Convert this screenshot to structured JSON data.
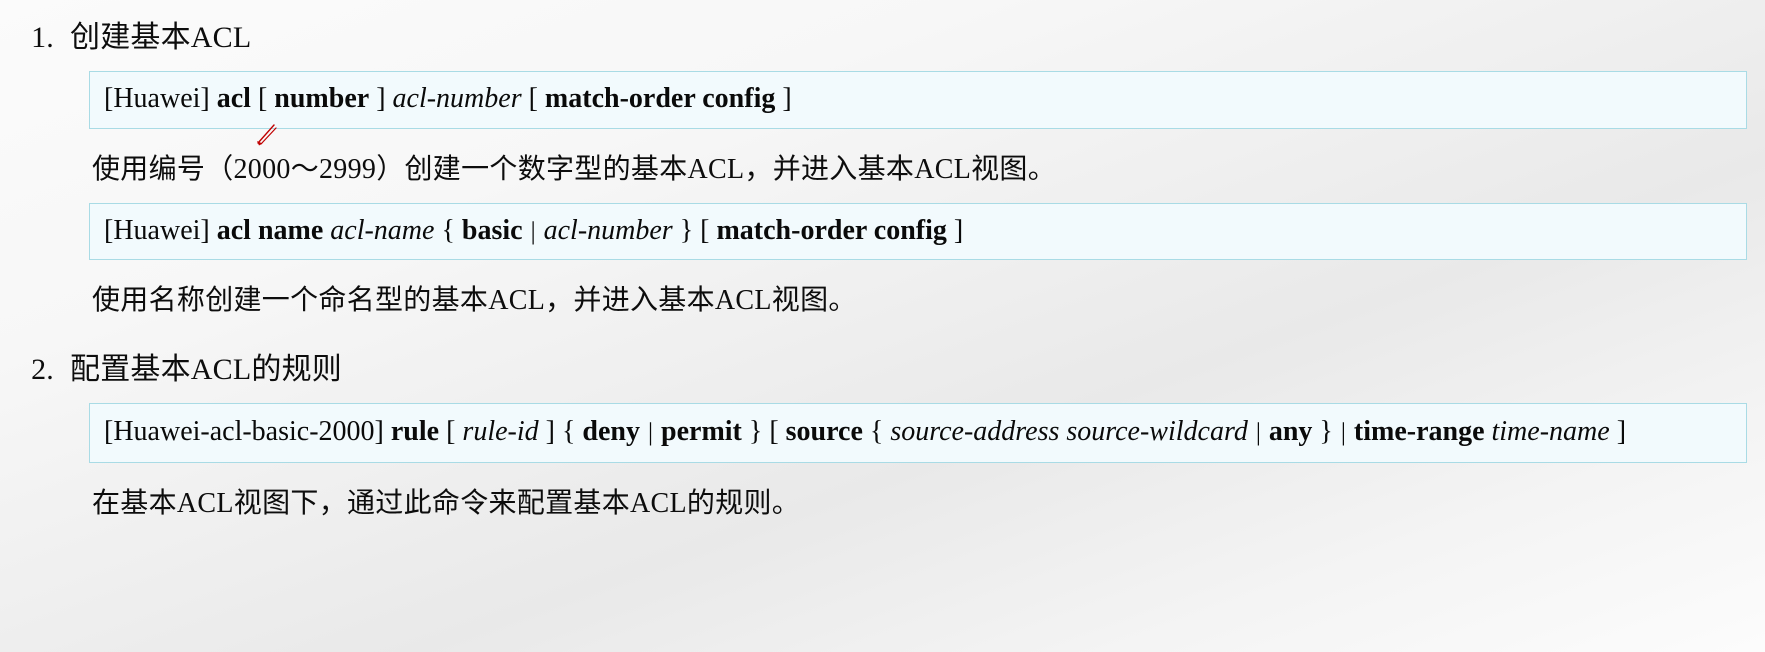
{
  "slide": {
    "background_color": "#f2f2f2",
    "box_border_color": "#a9dbe5",
    "box_fill_color": "#f2fafd",
    "annotation_color": "#c00000"
  },
  "sections": [
    {
      "number": "1.",
      "title": "创建基本ACL",
      "commands": [
        {
          "prompt": "[Huawei]",
          "keyword": "acl",
          "open_bracket": "[",
          "optional_keyword": "number",
          "close_bracket": "]",
          "param": "acl-number",
          "tail_open": "[",
          "tail_keywords": "match-order config",
          "tail_close": "]",
          "full_text": "[Huawei] acl [ number ] acl-number [ match-order config ]"
        },
        {
          "prompt": "[Huawei]",
          "keyword": "acl name",
          "param1": "acl-name",
          "brace_open": "{",
          "choice1": "basic",
          "pipe": "|",
          "choice2": "acl-number",
          "brace_close": "}",
          "tail_open": "[",
          "tail_keywords": "match-order config",
          "tail_close": "]",
          "full_text": "[Huawei] acl name acl-name { basic | acl-number } [ match-order config ]"
        }
      ],
      "descriptions": [
        "使用编号（2000～2999）创建一个数字型的基本ACL，并进入基本ACL视图。",
        "使用名称创建一个命名型的基本ACL，并进入基本ACL视图。"
      ]
    },
    {
      "number": "2.",
      "title": "配置基本ACL的规则",
      "commands": [
        {
          "prompt": "[Huawei-acl-basic-2000]",
          "keyword": "rule",
          "open_bracket": "[",
          "param1": "rule-id",
          "close_bracket": "]",
          "brace_open": "{",
          "choice1": "deny",
          "pipe": "|",
          "choice2": "permit",
          "brace_close": "}",
          "opt_open": "[",
          "opt_keyword": "source",
          "opt_brace_open": "{",
          "opt_param1": "source-address source-wildcard",
          "opt_pipe": "|",
          "opt_choice": "any",
          "opt_brace_close": "}",
          "pipe2": "|",
          "keyword2": "time-range",
          "param2": "time-name",
          "opt_close": "]",
          "full_text": "[Huawei-acl-basic-2000] rule [ rule-id ] { deny | permit } [ source { source-address source-wildcard | any } | time-range time-name ]"
        }
      ],
      "descriptions": [
        "在基本ACL视图下，通过此命令来配置基本ACL的规则。"
      ]
    }
  ],
  "annotation": {
    "name": "red-pen-stroke",
    "target": "acl"
  }
}
